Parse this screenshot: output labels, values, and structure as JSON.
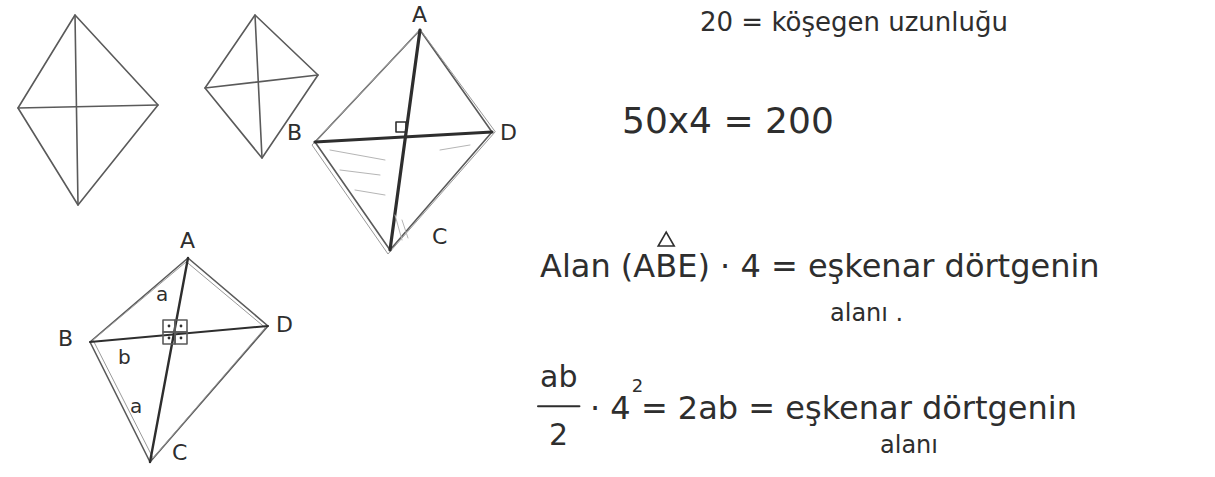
{
  "diagram": {
    "labels": [
      "A",
      "B",
      "D",
      "C",
      "A",
      "B",
      "D",
      "C",
      "a",
      "b",
      "a",
      "20 = köşegen uzunluğu",
      "50x4 = 200",
      "Alan (ABE) · 4 = eşkenar dörtgenin",
      "alanı .",
      "ab",
      "2",
      "2",
      "· 4 = 2ab = eşkenar dörtgenin",
      "alanı"
    ]
  }
}
